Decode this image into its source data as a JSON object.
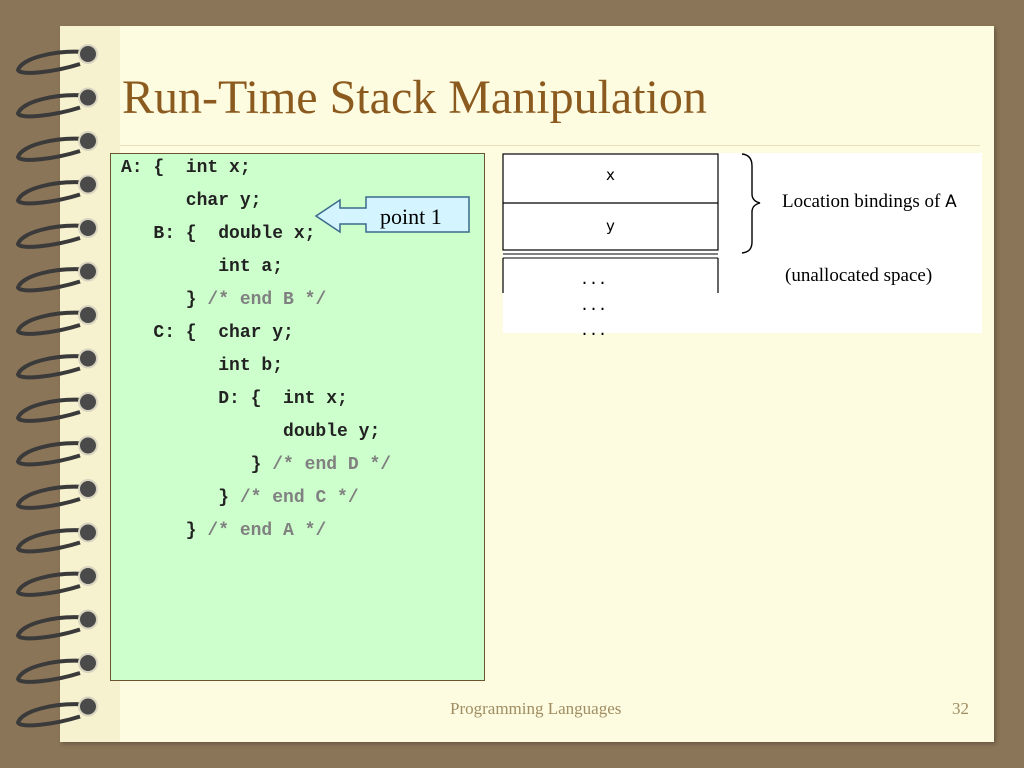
{
  "slide": {
    "title": "Run-Time Stack Manipulation",
    "code_lines": [
      {
        "code": "A: {  int x;",
        "comment": ""
      },
      {
        "code": "      char y;",
        "comment": ""
      },
      {
        "code": "   B: {  double x;",
        "comment": ""
      },
      {
        "code": "         int a;",
        "comment": ""
      },
      {
        "code": "      } ",
        "comment": "/* end B */"
      },
      {
        "code": "   C: {  char y;",
        "comment": ""
      },
      {
        "code": "         int b;",
        "comment": ""
      },
      {
        "code": "         D: {  int x;",
        "comment": ""
      },
      {
        "code": "               double y;",
        "comment": ""
      },
      {
        "code": "            } ",
        "comment": "/* end D */"
      },
      {
        "code": "         } ",
        "comment": "/* end C */"
      },
      {
        "code": "      } ",
        "comment": "/* end A */"
      }
    ],
    "callout_label": "point 1",
    "stack": {
      "cells": [
        "x",
        "y"
      ],
      "continuation": "...",
      "bracket_label": "Location bindings of ",
      "bracket_label_ref": "A",
      "unallocated_label": "(unallocated space)"
    },
    "footer": {
      "course": "Programming Languages",
      "page_number": "32"
    }
  },
  "colors": {
    "background": "#8b7558",
    "slide": "#fdfbe0",
    "title": "#8b5a1e",
    "code_box": "#ccffcc",
    "comment": "#808080",
    "callout": "#d4f4ff",
    "footer": "#a08d62"
  }
}
